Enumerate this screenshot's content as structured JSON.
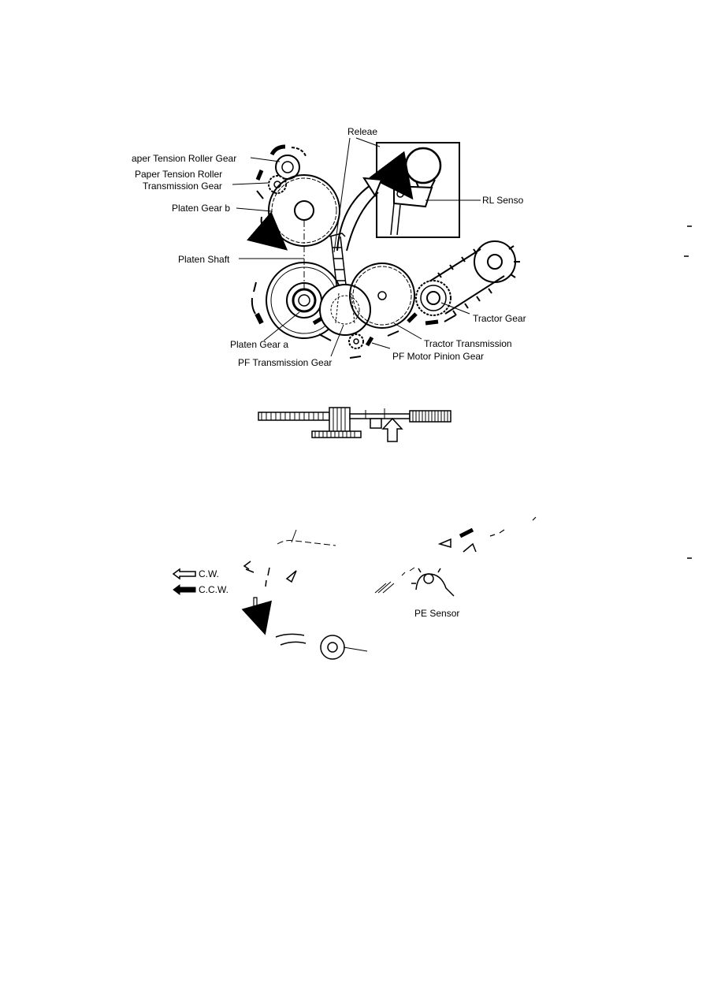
{
  "labels": {
    "release": "Releae",
    "paper_tension_roller_gear": "aper Tension Roller Gear",
    "paper_tension_roller_tx_1": "Paper Tension Roller",
    "paper_tension_roller_tx_2": "Transmission Gear",
    "platen_gear_b": "Platen Gear b",
    "rl_sensor": "RL Senso",
    "platen_shaft": "Platen Shaft",
    "tractor_gear": "Tractor Gear",
    "platen_gear_a": "Platen Gear a",
    "tractor_transmission": "Tractor Transmission",
    "pf_transmission_gear": "PF Transmission Gear",
    "pf_motor_pinion_gear": "PF Motor Pinion Gear",
    "pe_sensor": "PE Sensor"
  },
  "legend": {
    "cw": "C.W.",
    "ccw": "C.C.W."
  },
  "colors": {
    "ink": "#000000",
    "paper": "#ffffff"
  }
}
